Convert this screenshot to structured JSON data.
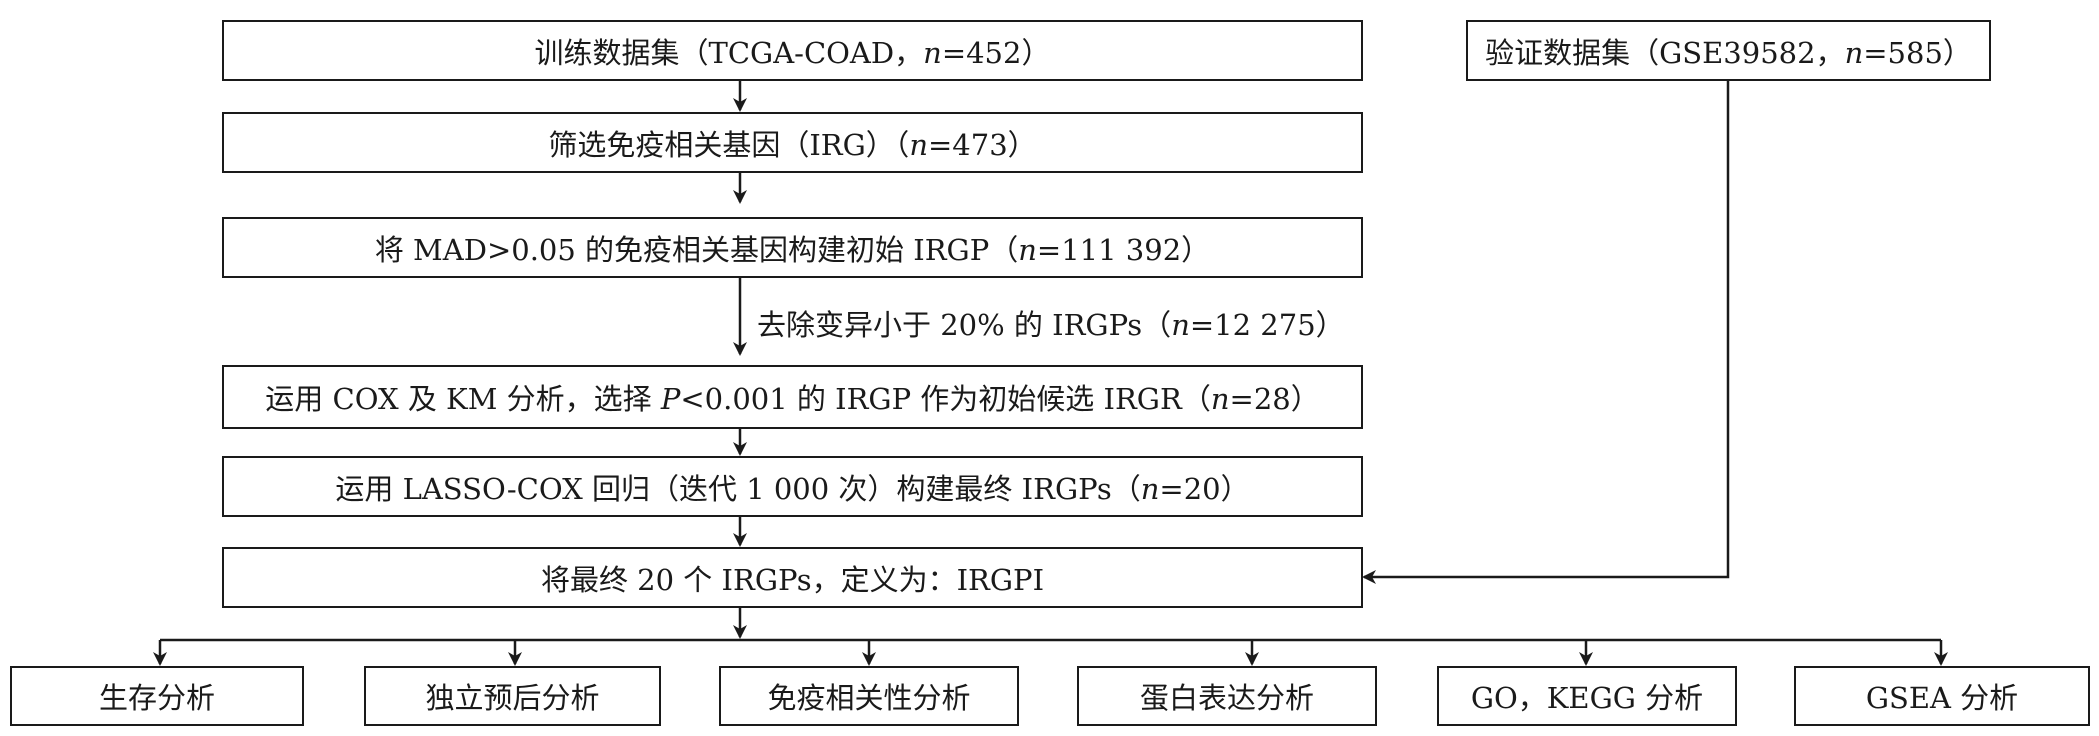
{
  "nodes": {
    "training": {
      "pre": "训练数据集（TCGA-COAD，",
      "n_var": "n",
      "post": "=452）"
    },
    "validation": {
      "pre": "验证数据集（GSE39582，",
      "n_var": "n",
      "post": "=585）"
    },
    "screen_irg": {
      "pre": "筛选免疫相关基因（IRG）（",
      "n_var": "n",
      "post": "=473）"
    },
    "initial_irgp": {
      "pre": "将 MAD>0.05 的免疫相关基因构建初始 IRGP（",
      "n_var": "n",
      "post": "=111 392）"
    },
    "cox_km": {
      "pre": "运用 COX 及 KM 分析，选择 ",
      "p_var": "P",
      "mid": "<0.001 的 IRGP 作为初始候选 IRGR（",
      "n_var": "n",
      "post": "=28）"
    },
    "lasso": {
      "pre": "运用 LASSO-COX 回归（迭代 1 000 次）构建最终 IRGPs（",
      "n_var": "n",
      "post": "=20）"
    },
    "final": {
      "text": "将最终 20 个 IRGPs，定义为：IRGPI"
    }
  },
  "edge_label": {
    "pre": "去除变异小于 20% 的 IRGPs（",
    "n_var": "n",
    "post": "=12 275）"
  },
  "analyses": [
    "生存分析",
    "独立预后分析",
    "免疫相关性分析",
    "蛋白表达分析",
    "GO，KEGG 分析",
    "GSEA 分析"
  ],
  "colors": {
    "line": "#1a1a1a",
    "background": "#ffffff"
  }
}
